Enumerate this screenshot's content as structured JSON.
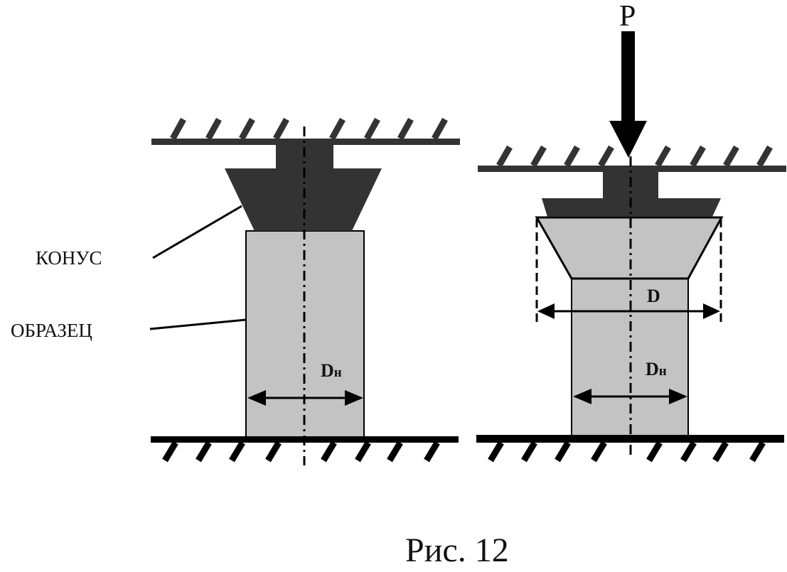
{
  "figure": {
    "caption": "Рис. 12",
    "colors": {
      "punch": "#333333",
      "specimen": "#c3c3c3",
      "outline": "#000000",
      "ground": "#000000",
      "ceiling": "#333333"
    }
  },
  "left_panel": {
    "labels": {
      "cone": "КОНУС",
      "specimen": "ОБРАЗЕЦ"
    },
    "dimension": {
      "main": "D",
      "sub": "н"
    }
  },
  "right_panel": {
    "force_label": "P",
    "dimension_flared": "D",
    "dimension": {
      "main": "D",
      "sub": "н"
    }
  }
}
